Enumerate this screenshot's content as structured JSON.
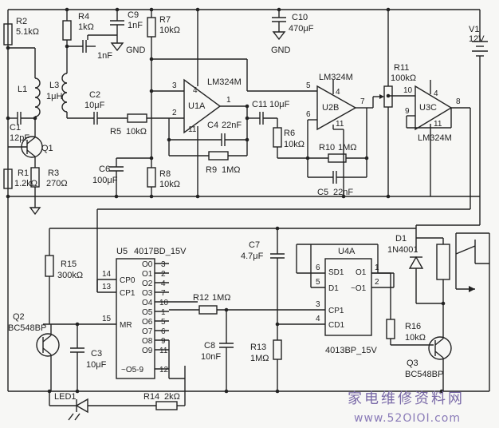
{
  "labels": {
    "r2": "R2",
    "r2v": "5.1kΩ",
    "r4": "R4",
    "r4v": "1kΩ",
    "c9": "C9",
    "c9v": "1nF",
    "r7": "R7",
    "r7v": "10kΩ",
    "c10": "C10",
    "c10v": "470μF",
    "gnd1": "GND",
    "gnd2": "GND",
    "c1nf": "1nF",
    "l1": "L1",
    "l3": "L3",
    "l3v": "1μH",
    "c2": "C2",
    "c2v": "10μF",
    "u1": "U1A",
    "ic1": "LM324M",
    "u2": "U2B",
    "ic2": "LM324M",
    "u3": "U3C",
    "ic3": "LM324M",
    "r11": "R11",
    "r11v": "100kΩ",
    "v1": "V1",
    "v1v": "12V",
    "c11": "C11",
    "c11v": "10μF",
    "c1": "C1",
    "c1v": "12pF",
    "q1": "Q1",
    "r5": "R5",
    "r5v": "10kΩ",
    "c4": "C4",
    "c4v": "22nF",
    "r6": "R6",
    "r6v": "10kΩ",
    "r10": "R10",
    "r10v": "1MΩ",
    "c5": "C5",
    "c5v": "22nF",
    "r9": "R9",
    "r9v": "1MΩ",
    "r1": "R1",
    "r1v": "1.2kΩ",
    "r3": "R3",
    "r3v": "270Ω",
    "c6": "C6",
    "c6v": "100μF",
    "r8": "R8",
    "r8v": "10kΩ",
    "u5": "U5",
    "u5v": "4017BD_15V",
    "c7": "C7",
    "c7v": "4.7μF",
    "u4": "U4A",
    "d1": "D1",
    "d1v": "1N4001",
    "r15": "R15",
    "r15v": "300kΩ",
    "r12": "R12",
    "r12v": "1MΩ",
    "q2": "Q2",
    "q2v": "BC548BP",
    "c3": "C3",
    "c3v": "10μF",
    "c8": "C8",
    "c8v": "10nF",
    "r13": "R13",
    "r13v": "1MΩ",
    "r16": "R16",
    "r16v": "10kΩ",
    "q3": "Q3",
    "q3v": "BC548BP",
    "u4part": "4013BP_15V",
    "led": "LED1",
    "r14": "R14",
    "r14v": "2kΩ"
  },
  "pins": {
    "u1": [
      "3",
      "4",
      "2",
      "1",
      "11"
    ],
    "u2": [
      "5",
      "4",
      "6",
      "7",
      "11"
    ],
    "u3": [
      "10",
      "4",
      "9",
      "8",
      "11"
    ],
    "u5_left": [
      "14",
      "13",
      "15"
    ],
    "u5_left_names": [
      "CP0",
      "CP1",
      "MR"
    ],
    "u5_right_names": [
      "O0",
      "O1",
      "O2",
      "O3",
      "O4",
      "O5",
      "O6",
      "O7",
      "O8",
      "O9",
      "~O5-9"
    ],
    "u5_right_nums": [
      "3",
      "2",
      "4",
      "7",
      "10",
      "1",
      "5",
      "6",
      "9",
      "11",
      "12"
    ],
    "u4_left": [
      "6",
      "5",
      "3",
      "4"
    ],
    "u4_left_names": [
      "SD1",
      "D1",
      "CP1",
      "CD1"
    ],
    "u4_right": [
      "1",
      "2"
    ],
    "u4_right_names": [
      "O1",
      "~O1"
    ]
  },
  "watermark": {
    "cn": "家电维修资料网",
    "url": "www.52OIOI.com"
  }
}
